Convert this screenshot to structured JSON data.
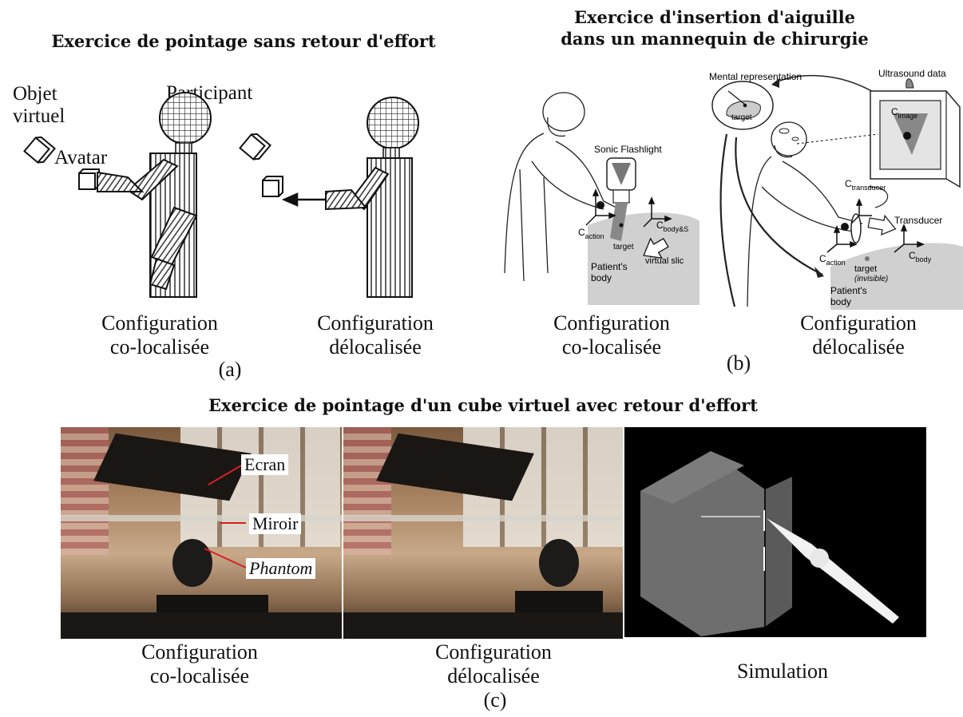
{
  "section_a": {
    "title": "Exercice de pointage sans retour d'effort",
    "label_object_line1": "Objet",
    "label_object_line2": "virtuel",
    "label_avatar": "Avatar",
    "label_participant": "Participant",
    "caption_left_line1": "Configuration",
    "caption_left_line2": "co-localisée",
    "caption_right_line1": "Configuration",
    "caption_right_line2": "délocalisée",
    "panel_letter": "(a)"
  },
  "section_b": {
    "title_line1": "Exercice d'insertion d'aiguille",
    "title_line2": "dans un mannequin de chirurgie",
    "left_labels": {
      "sonic": "Sonic Flashlight",
      "c_action": "C",
      "c_action_sub": "action",
      "target": "target",
      "c_body": "C",
      "c_body_sub": "body&S",
      "virtual": "virtual slic",
      "patient1": "Patient's",
      "patient2": "body"
    },
    "right_labels": {
      "mental": "Mental representation",
      "ultrasound": "Ultrasound data",
      "target_thought": "target",
      "c_image": "C",
      "c_image_sub": "image",
      "c_transducer": "C",
      "c_transducer_sub": "transducer",
      "transducer": "Transducer",
      "c_action": "C",
      "c_action_sub": "action",
      "c_body": "C",
      "c_body_sub": "body",
      "target": "target",
      "invisible": "(invisible)",
      "patient1": "Patient's",
      "patient2": "body"
    },
    "caption_left_line1": "Configuration",
    "caption_left_line2": "co-localisée",
    "caption_right_line1": "Configuration",
    "caption_right_line2": "délocalisée",
    "panel_letter": "(b)"
  },
  "section_c": {
    "title": "Exercice de pointage d'un cube virtuel avec retour d'effort",
    "callout_ecran": "Ecran",
    "callout_miroir": "Miroir",
    "callout_phantom": "Phantom",
    "caption_left_line1": "Configuration",
    "caption_left_line2": "co-localisée",
    "caption_mid_line1": "Configuration",
    "caption_mid_line2": "délocalisée",
    "caption_right": "Simulation",
    "panel_letter": "(c)"
  },
  "colors": {
    "callout_line": "#d42020",
    "shade": "#cfcfcf",
    "sim_bg": "#000000",
    "cube_front": "#6e6e6e",
    "cube_side": "#5a5a5a"
  }
}
